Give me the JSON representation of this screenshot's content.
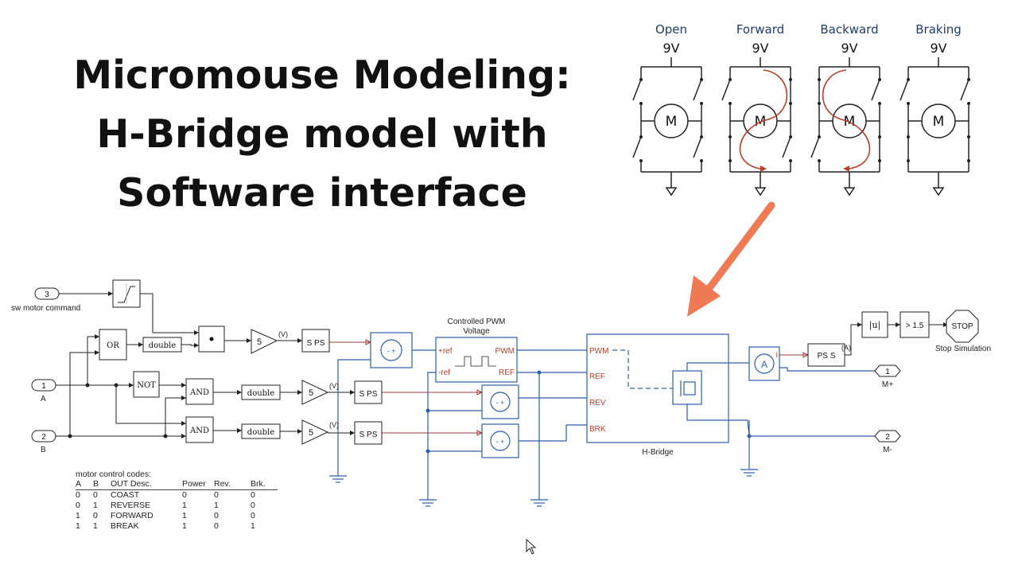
{
  "title": {
    "line1": "Micromouse Modeling:",
    "line2": "H-Bridge model with",
    "line3": "Software interface"
  },
  "hbridge_states": [
    {
      "label": "Open",
      "voltage": "9V"
    },
    {
      "label": "Forward",
      "voltage": "9V"
    },
    {
      "label": "Backward",
      "voltage": "9V"
    },
    {
      "label": "Braking",
      "voltage": "9V"
    }
  ],
  "motor_label": "M",
  "colors": {
    "state_label": "#1f3d6b",
    "arrow": "#ef7a54",
    "wire_blue": "#2e5fa8",
    "wire_red": "#a23b3b",
    "current_path": "#b5402c"
  },
  "model": {
    "inport_3_num": "3",
    "inport_3_label": "sw motor command",
    "inport_1_num": "1",
    "inport_1_label": "A",
    "inport_2_num": "2",
    "inport_2_label": "B",
    "or_label": "OR",
    "not_label": "NOT",
    "and_label": "AND",
    "double_label": "double",
    "product_label": "•",
    "gain_label": "5",
    "unit_v": "(V)",
    "sps_label": "S PS",
    "pwm_title_1": "Controlled PWM",
    "pwm_title_2": "Voltage",
    "pwm_ref_plus": "+ref",
    "pwm_ref_minus": "-ref",
    "pwm_out": "PWM",
    "pwm_ref": "REF",
    "hb_pwm": "PWM",
    "hb_ref": "REF",
    "hb_rev": "REV",
    "hb_brk": "BRK",
    "hb_title": "H-Bridge",
    "ammeter_label": "A",
    "ammeter_i": "I",
    "pss_label": "PS S",
    "unit_a": "(A)",
    "abs_label": "|u|",
    "compare_label": "> 1.5",
    "stop_label": "STOP",
    "stop_caption": "Stop Simulation",
    "outport_1_num": "1",
    "outport_1_label": "M+",
    "outport_2_num": "2",
    "outport_2_label": "M-"
  },
  "codes": {
    "caption": "motor control codes:",
    "headers": [
      "A",
      "B",
      "OUT Desc.",
      "Power",
      "Rev.",
      "Brk."
    ],
    "rows": [
      [
        "0",
        "0",
        "COAST",
        "0",
        "0",
        "0"
      ],
      [
        "0",
        "1",
        "REVERSE",
        "1",
        "1",
        "0"
      ],
      [
        "1",
        "0",
        "FORWARD",
        "1",
        "0",
        "0"
      ],
      [
        "1",
        "1",
        "BREAK",
        "1",
        "0",
        "1"
      ]
    ]
  }
}
